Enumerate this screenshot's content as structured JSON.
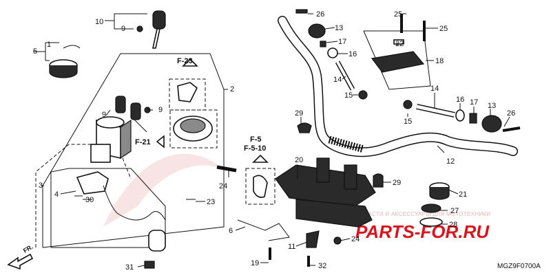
{
  "diagram": {
    "code": "MGZ9F0700A",
    "front_label": "FR.",
    "watermark_text": "ЗАПЧАСТИ И АКСЕССУАРЫ ДЛЯ МОТОТЕХНИКИ",
    "watermark_logo": "PARTS-FOR.RU",
    "colors": {
      "watermark": "#d9141c",
      "watermark_light": "#e4b4b4",
      "lines": "#111111"
    },
    "references": [
      {
        "id": "ref-f23",
        "label": "F-23"
      },
      {
        "id": "ref-f21",
        "label": "F-21"
      },
      {
        "id": "ref-f5",
        "label": "F-5"
      },
      {
        "id": "ref-f510",
        "label": "F-5-10"
      }
    ],
    "callouts": [
      {
        "id": "c1",
        "label": "1"
      },
      {
        "id": "c2",
        "label": "2"
      },
      {
        "id": "c3",
        "label": "3"
      },
      {
        "id": "c4",
        "label": "4"
      },
      {
        "id": "c5",
        "label": "5"
      },
      {
        "id": "c6",
        "label": "6"
      },
      {
        "id": "c9a",
        "label": "9"
      },
      {
        "id": "c9b",
        "label": "9"
      },
      {
        "id": "c9c",
        "label": "9"
      },
      {
        "id": "c10",
        "label": "10"
      },
      {
        "id": "c11",
        "label": "11"
      },
      {
        "id": "c12",
        "label": "12"
      },
      {
        "id": "c13a",
        "label": "13"
      },
      {
        "id": "c13b",
        "label": "13"
      },
      {
        "id": "c14a",
        "label": "14"
      },
      {
        "id": "c14b",
        "label": "14"
      },
      {
        "id": "c15a",
        "label": "15"
      },
      {
        "id": "c15b",
        "label": "15"
      },
      {
        "id": "c16a",
        "label": "16"
      },
      {
        "id": "c16b",
        "label": "16"
      },
      {
        "id": "c17a",
        "label": "17"
      },
      {
        "id": "c17b",
        "label": "17"
      },
      {
        "id": "c18",
        "label": "18"
      },
      {
        "id": "c19",
        "label": "19"
      },
      {
        "id": "c20",
        "label": "20"
      },
      {
        "id": "c21",
        "label": "21"
      },
      {
        "id": "c22",
        "label": "22"
      },
      {
        "id": "c23",
        "label": "23"
      },
      {
        "id": "c24a",
        "label": "24"
      },
      {
        "id": "c24b",
        "label": "24"
      },
      {
        "id": "c25a",
        "label": "25"
      },
      {
        "id": "c25b",
        "label": "25"
      },
      {
        "id": "c26a",
        "label": "26"
      },
      {
        "id": "c26b",
        "label": "26"
      },
      {
        "id": "c27",
        "label": "27"
      },
      {
        "id": "c28",
        "label": "28"
      },
      {
        "id": "c29a",
        "label": "29"
      },
      {
        "id": "c29b",
        "label": "29"
      },
      {
        "id": "c30",
        "label": "30"
      },
      {
        "id": "c31",
        "label": "31"
      },
      {
        "id": "c32",
        "label": "32"
      }
    ]
  }
}
